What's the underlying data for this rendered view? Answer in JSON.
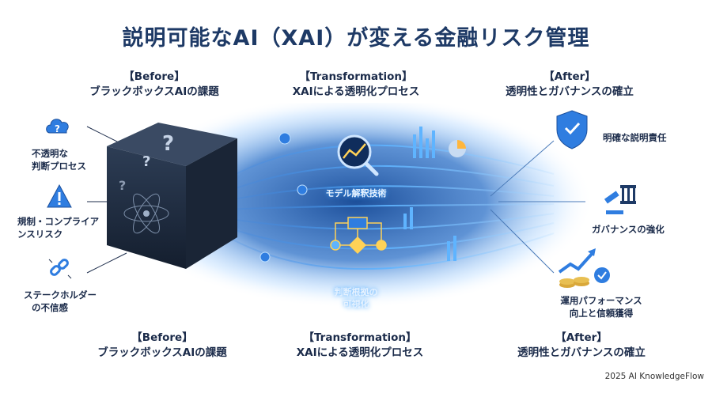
{
  "title": "説明可能なAI（XAI）が変える金融リスク管理",
  "top": {
    "before": {
      "tag": "【Before】",
      "text": "ブラックボックスAIの課題"
    },
    "transformation": {
      "tag": "【Transformation】",
      "text": "XAIによる透明化プロセス"
    },
    "after": {
      "tag": "【After】",
      "text": "透明性とガバナンスの確立"
    }
  },
  "bottom": {
    "before": {
      "tag": "【Before】",
      "text": "ブラックボックスAIの課題"
    },
    "transformation": {
      "tag": "【Transformation】",
      "text": "XAIによる透明化プロセス"
    },
    "after": {
      "tag": "【After】",
      "text": "透明性とガバナンスの確立"
    }
  },
  "left_items": [
    {
      "line1": "不透明な",
      "line2": "判断プロセス",
      "icon": "question-cloud-icon"
    },
    {
      "line1": "規制・コンプライア",
      "line2": "ンスリスク",
      "icon": "warning-icon"
    },
    {
      "line1": "ステークホルダー",
      "line2": "の不信感",
      "icon": "broken-link-icon"
    }
  ],
  "center_labels": {
    "model": "モデル解釈技術",
    "basis_line1": "判断根拠の",
    "basis_line2": "可視化"
  },
  "right_items": [
    {
      "line1": "明確な説明責任",
      "line2": "",
      "icon": "shield-handshake-icon"
    },
    {
      "line1": "ガバナンスの強化",
      "line2": "",
      "icon": "gavel-icon"
    },
    {
      "line1": "運用パフォーマンス",
      "line2": "向上と信頼獲得",
      "icon": "growth-coins-icon"
    }
  ],
  "credit": "2025 AI KnowledgeFlow",
  "colors": {
    "navy": "#1e3a66",
    "glow": "#3fa3ff",
    "cube": "#1c2a3e"
  }
}
